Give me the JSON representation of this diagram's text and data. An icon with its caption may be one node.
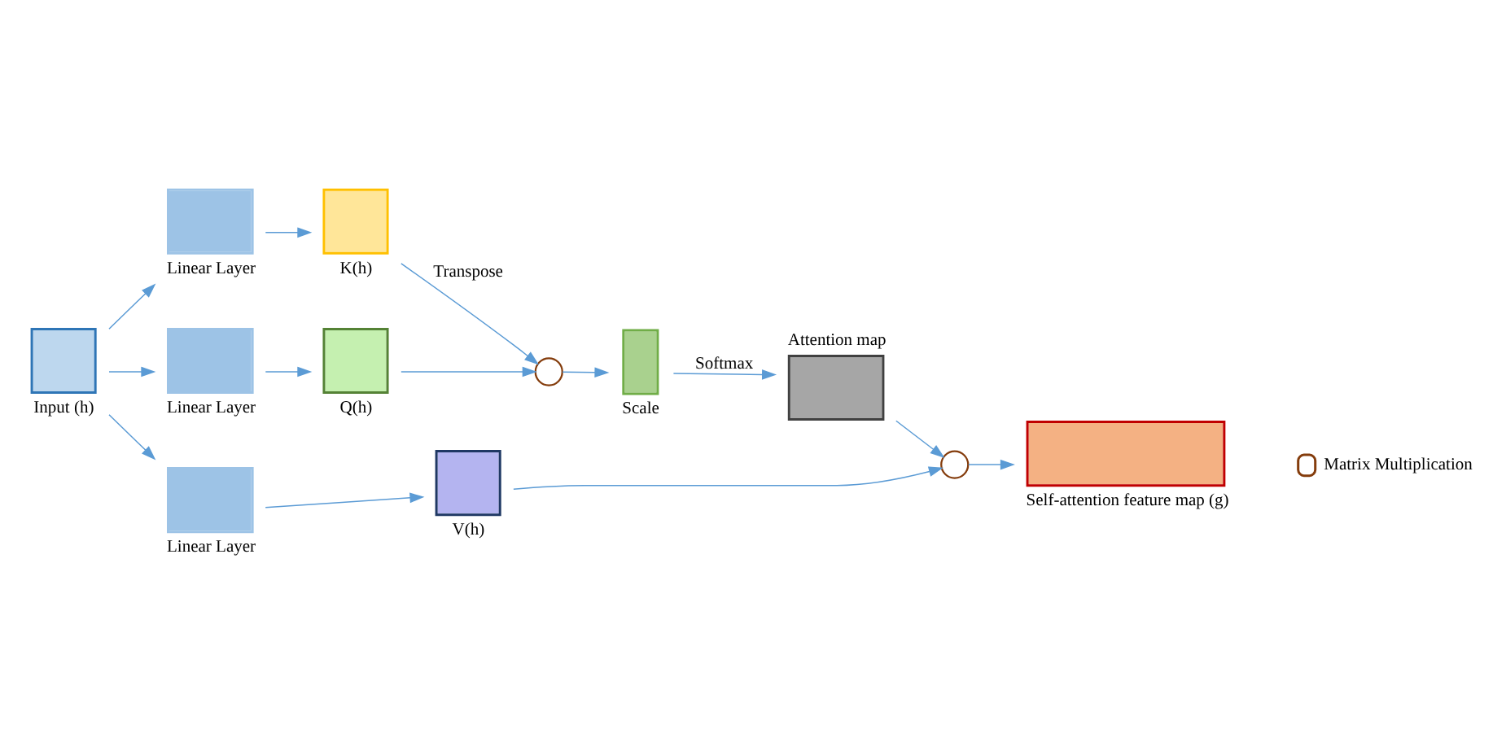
{
  "diagram": {
    "nodes": [
      {
        "text": [
          "Input (h)"
        ]
      },
      {
        "text": [
          "Linear Layer"
        ]
      },
      {
        "text": [
          "Linear Layer"
        ]
      },
      {
        "text": [
          "Linear Layer"
        ]
      },
      {
        "text": [
          "K(h)"
        ]
      },
      {
        "text": [
          "Q(h)"
        ]
      },
      {
        "text": [
          "V(h)"
        ]
      },
      {
        "text": [],
        "shape": "circle"
      },
      {
        "text": [
          "Scale"
        ]
      },
      {
        "text": [
          "Attention map"
        ]
      },
      {
        "text": [],
        "shape": "circle"
      },
      {
        "text": [
          "Self-attention feature map (g)"
        ]
      }
    ],
    "edges": [
      {
        "from": 0,
        "to": 1,
        "arrow": "to"
      },
      {
        "from": 0,
        "to": 2,
        "arrow": "to"
      },
      {
        "from": 0,
        "to": 3,
        "arrow": "to"
      },
      {
        "from": 1,
        "to": 4,
        "arrow": "to"
      },
      {
        "from": 2,
        "to": 5,
        "arrow": "to"
      },
      {
        "from": 3,
        "to": 6,
        "arrow": "to"
      },
      {
        "from": 4,
        "to": 7,
        "arrow": "to",
        "label": "Transpose"
      },
      {
        "from": 5,
        "to": 7,
        "arrow": "to"
      },
      {
        "from": 7,
        "to": 8,
        "arrow": "to"
      },
      {
        "from": 8,
        "to": 9,
        "arrow": "to",
        "label": "Softmax"
      },
      {
        "from": 9,
        "to": 10,
        "arrow": "to"
      },
      {
        "from": 6,
        "to": 10,
        "arrow": "to"
      },
      {
        "from": 10,
        "to": 11,
        "arrow": "to"
      }
    ],
    "legend": [
      {
        "text": "Matrix Multiplication"
      }
    ]
  }
}
